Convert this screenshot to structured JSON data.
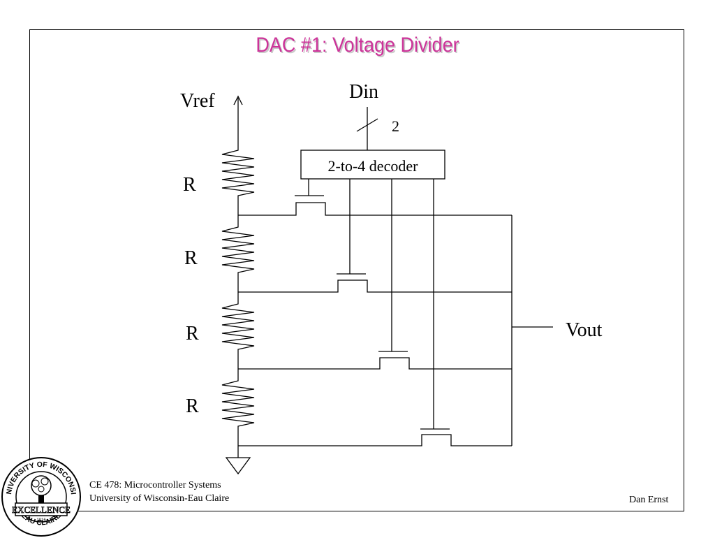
{
  "slide": {
    "title": "DAC #1:  Voltage Divider",
    "accent_color": "#cc3399"
  },
  "diagram": {
    "vref_label": "Vref",
    "din_label": "Din",
    "bus_width": "2",
    "decoder_label": "2-to-4 decoder",
    "resistor_labels": [
      "R",
      "R",
      "R",
      "R"
    ],
    "vout_label": "Vout",
    "ground_symbol": "ground-icon"
  },
  "footer": {
    "course": "CE 478: Microcontroller Systems",
    "school": "University of Wisconsin-Eau Claire",
    "author": "Dan Ernst"
  },
  "logo": {
    "top_text": "UNIVERSITY OF WISCONSIN",
    "middle_text": "EXCELLENCE",
    "bottom_text": "EAU CLAIRE",
    "year": "1916"
  }
}
